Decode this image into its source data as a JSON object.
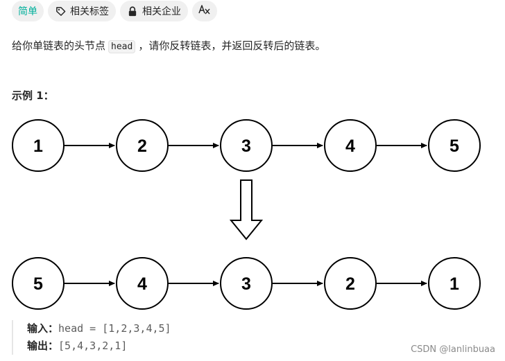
{
  "tags": {
    "difficulty": "简单",
    "related_topics": "相关标签",
    "related_companies": "相关企业",
    "translate_icon": "translate-icon"
  },
  "description": {
    "before": "给你单链表的头节点",
    "code": "head",
    "after": "，请你反转链表，并返回反转后的链表。"
  },
  "example": {
    "title": "示例 1：",
    "top_list": [
      "1",
      "2",
      "3",
      "4",
      "5"
    ],
    "bottom_list": [
      "5",
      "4",
      "3",
      "2",
      "1"
    ],
    "input_label": "输入：",
    "input_value": "head = [1,2,3,4,5]",
    "output_label": "输出：",
    "output_value": "[5,4,3,2,1]"
  },
  "watermark": "CSDN @lanlinbuaa",
  "colors": {
    "easy": "#00af9b",
    "tag_bg": "#f0f0f0"
  }
}
